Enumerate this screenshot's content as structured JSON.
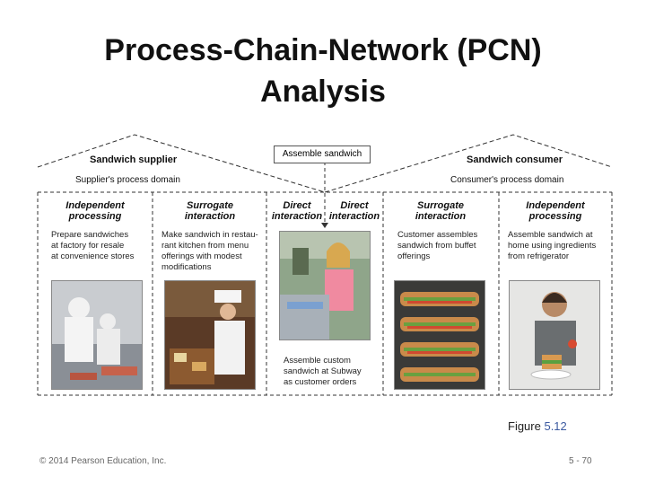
{
  "title": {
    "line1": "Process-Chain-Network (PCN)",
    "line2": "Analysis"
  },
  "diagram": {
    "center_label": "Assemble sandwich",
    "supplier": {
      "name": "Sandwich supplier",
      "domain": "Supplier's process domain"
    },
    "consumer": {
      "name": "Sandwich consumer",
      "domain": "Consumer's process domain"
    },
    "columns": [
      {
        "header_line1": "Independent",
        "header_line2": "processing",
        "desc": [
          "Prepare sandwiches",
          "at factory for resale",
          "at convenience stores"
        ],
        "photo": "factory-workers-photo"
      },
      {
        "header_line1": "Surrogate",
        "header_line2": "interaction",
        "desc": [
          "Make sandwich in restau-",
          "rant kitchen from menu",
          "offerings with modest",
          "modifications"
        ],
        "photo": "chef-kitchen-photo"
      },
      {
        "header_line1": "Direct",
        "header_line2": "interaction",
        "desc": [],
        "photo": "subway-counter-photo"
      },
      {
        "header_line1": "Direct",
        "header_line2": "interaction",
        "desc": [
          "Assemble custom",
          "sandwich at Subway",
          "as customer orders"
        ],
        "photo": ""
      },
      {
        "header_line1": "Surrogate",
        "header_line2": "interaction",
        "desc": [
          "Customer assembles",
          "sandwich from buffet",
          "offerings"
        ],
        "photo": "buffet-sandwiches-photo"
      },
      {
        "header_line1": "Independent",
        "header_line2": "processing",
        "desc": [
          "Assemble sandwich at",
          "home using ingredients",
          "from refrigerator"
        ],
        "photo": "home-sandwich-photo"
      }
    ]
  },
  "figure_label": {
    "prefix": "Figure ",
    "number": "5.12"
  },
  "footer": {
    "copyright": "© 2014 Pearson Education, Inc.",
    "page": "5 - 70"
  }
}
